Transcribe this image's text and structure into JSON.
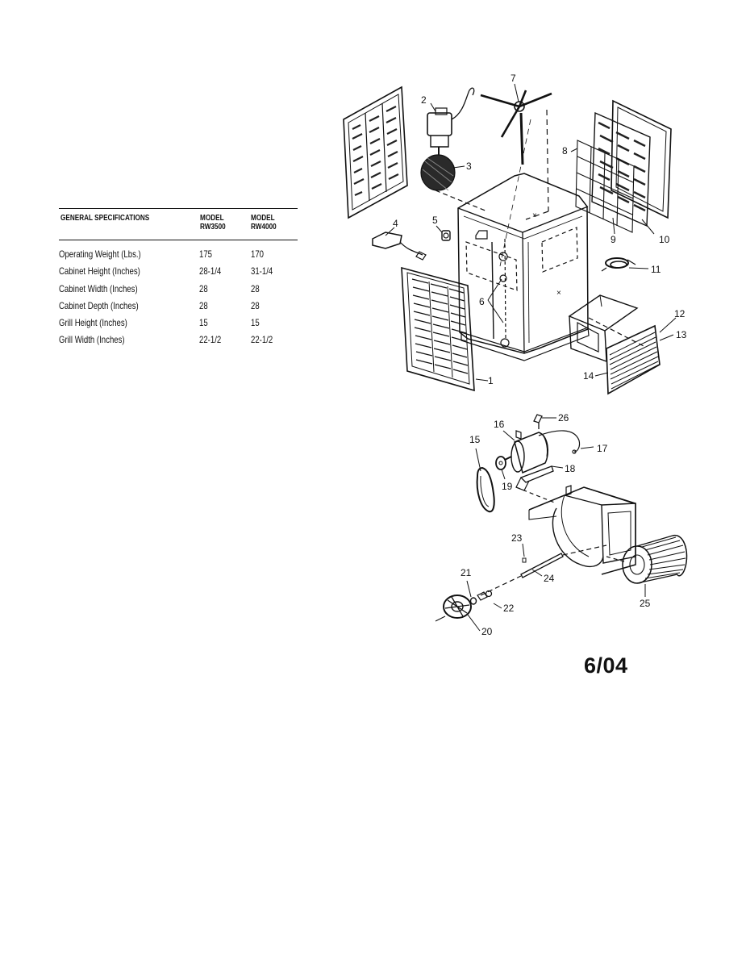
{
  "specs": {
    "heading": "GENERAL SPECIFICATIONS",
    "model_label": "MODEL",
    "models": [
      "RW3500",
      "RW4000"
    ],
    "rows": [
      {
        "label": "Operating Weight (Lbs.)",
        "rw3500": "175",
        "rw4000": "170"
      },
      {
        "label": "Cabinet Height (Inches)",
        "rw3500": "28-1/4",
        "rw4000": "31-1/4"
      },
      {
        "label": "Cabinet Width (Inches)",
        "rw3500": "28",
        "rw4000": "28"
      },
      {
        "label": "Cabinet Depth (Inches)",
        "rw3500": "28",
        "rw4000": "28"
      },
      {
        "label": "Grill Height (Inches)",
        "rw3500": "15",
        "rw4000": "15"
      },
      {
        "label": "Grill Width (Inches)",
        "rw3500": "22-1/2",
        "rw4000": "22-1/2"
      }
    ]
  },
  "callouts": [
    "1",
    "2",
    "3",
    "4",
    "5",
    "6",
    "7",
    "8",
    "9",
    "10",
    "11",
    "12",
    "13",
    "14",
    "15",
    "16",
    "17",
    "18",
    "19",
    "20",
    "21",
    "22",
    "23",
    "24",
    "25",
    "26"
  ],
  "date_code": "6/04"
}
